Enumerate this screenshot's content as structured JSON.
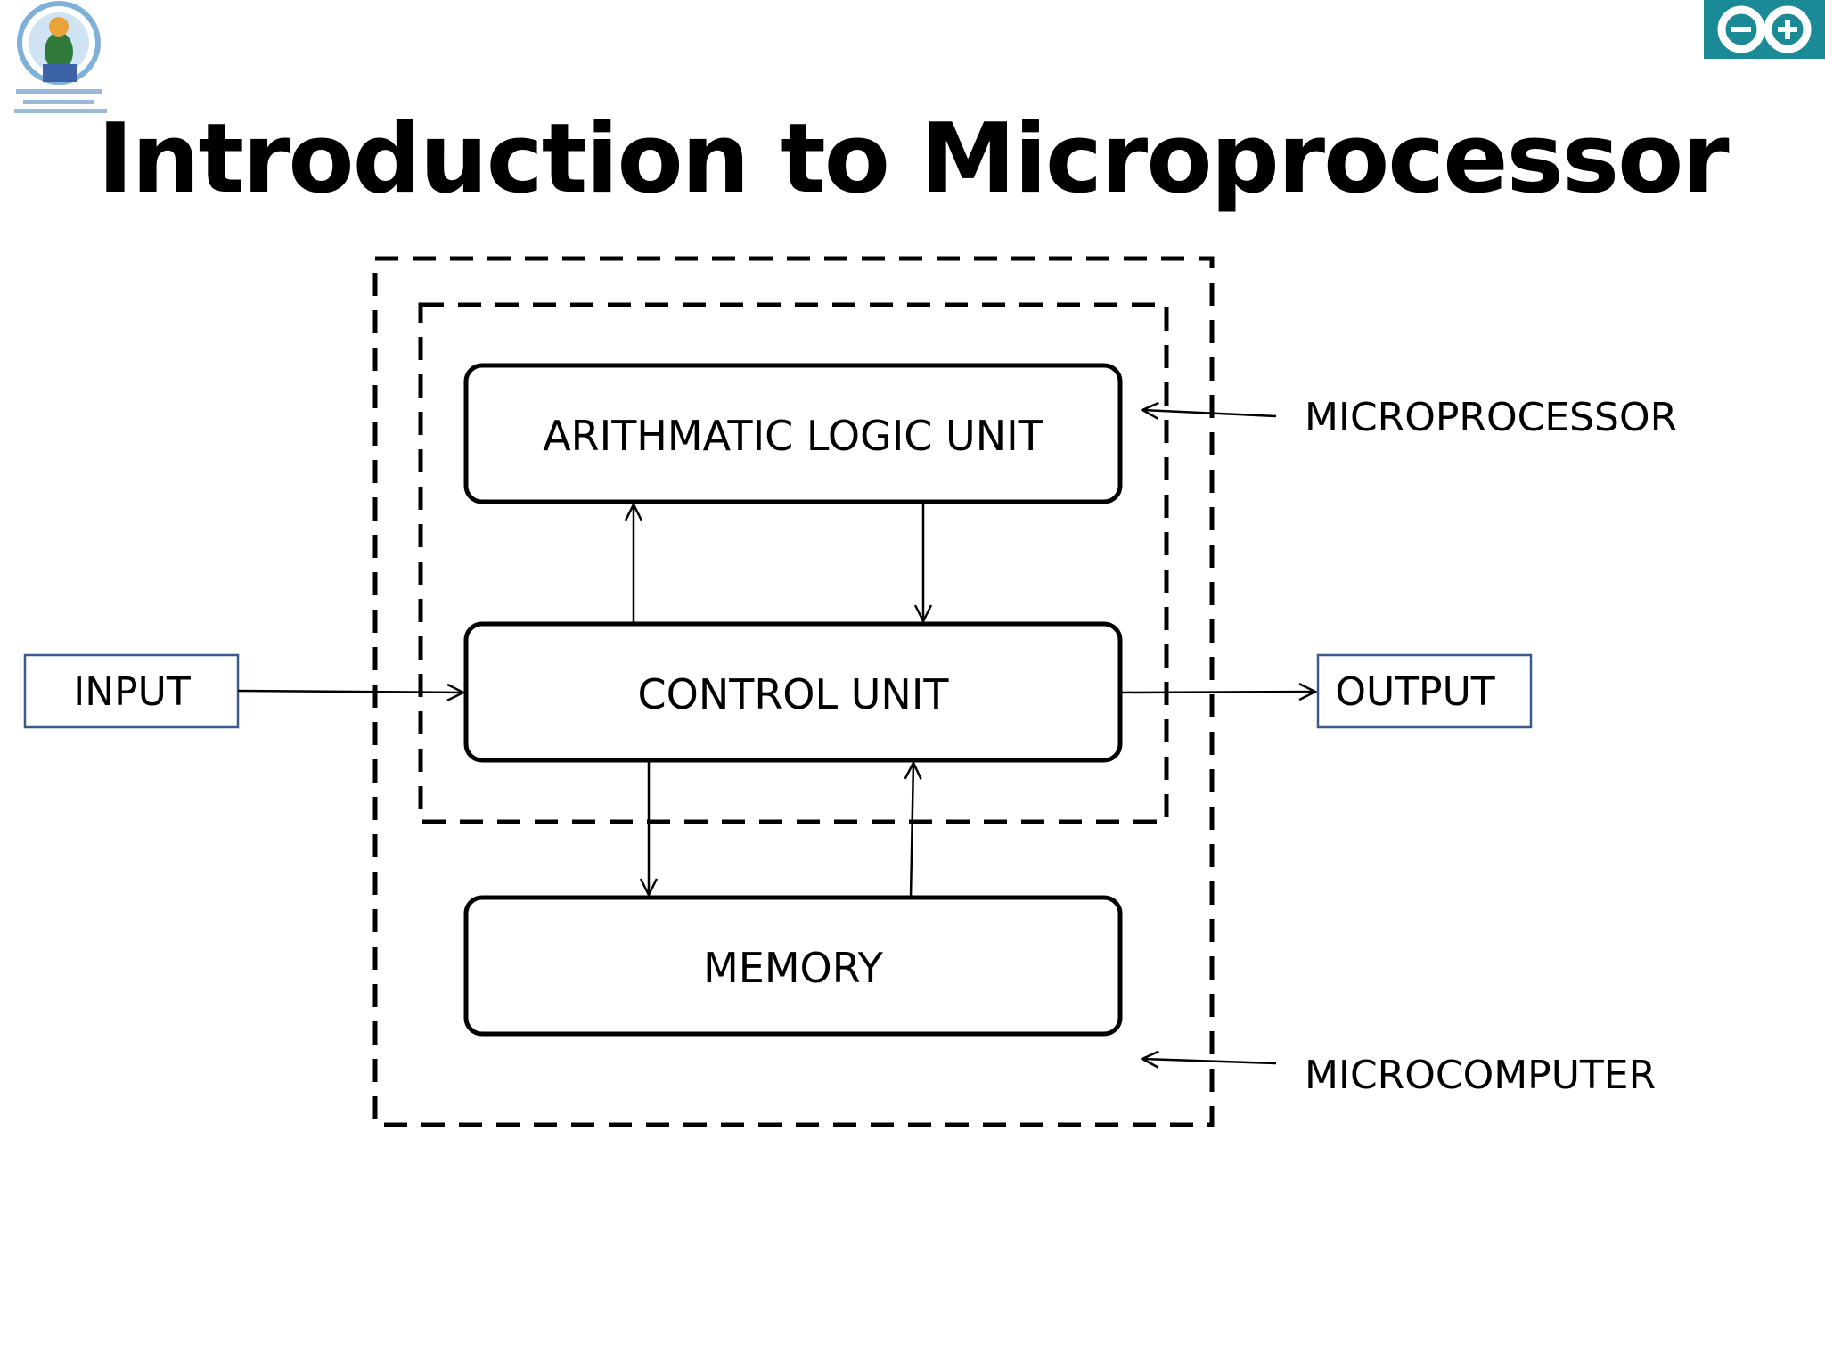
{
  "title": "Introduction to Microprocessor",
  "blocks": {
    "alu": "ARITHMATIC LOGIC UNIT",
    "control": "CONTROL UNIT",
    "memory": "MEMORY"
  },
  "io": {
    "input": "INPUT",
    "output": "OUTPUT"
  },
  "annotations": {
    "microprocessor": "MICROPROCESSOR",
    "microcomputer": "MICROCOMPUTER"
  },
  "logos": {
    "left": "jiit-institute-logo",
    "right": "arduino-logo"
  },
  "colors": {
    "io_border": "#3a5a8c",
    "line": "#000000",
    "arduino": "#1b8a97"
  }
}
